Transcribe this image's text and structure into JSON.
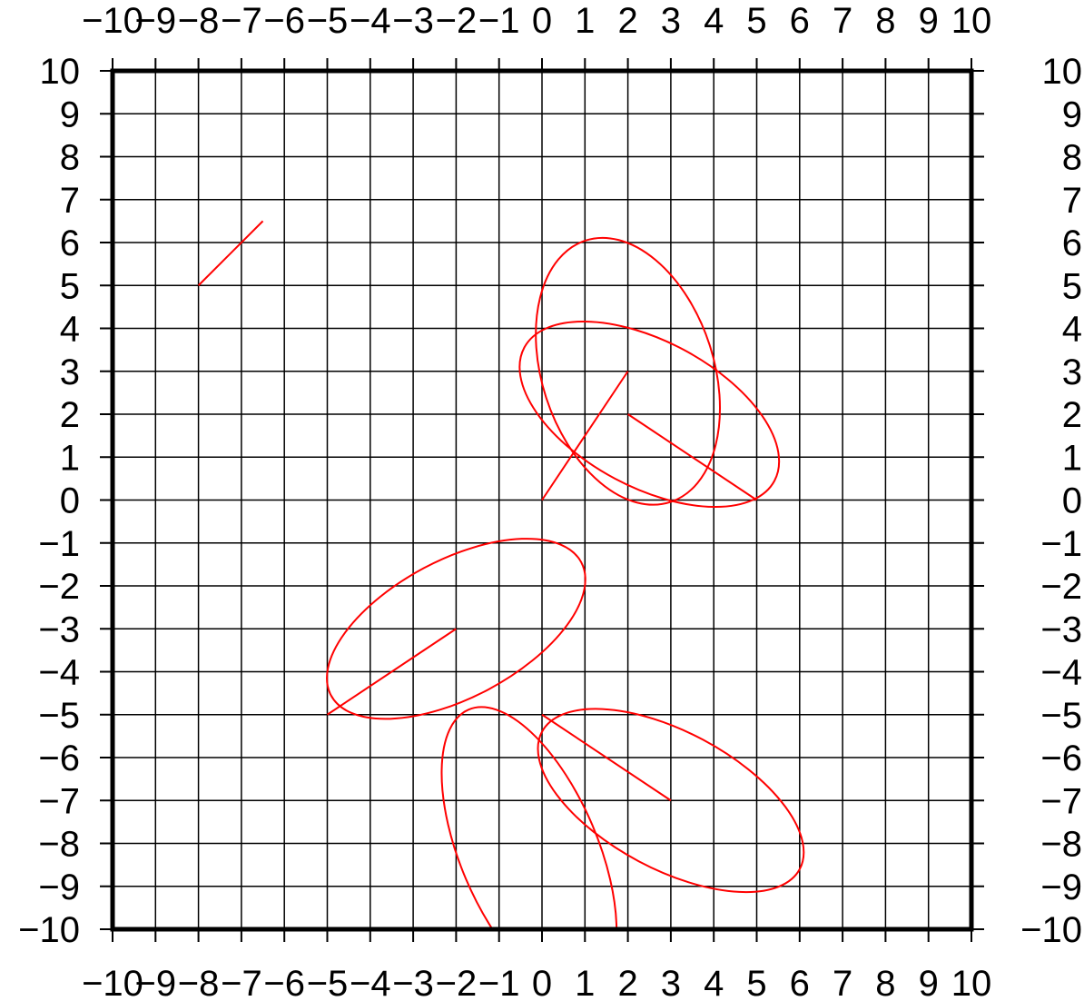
{
  "chart_data": {
    "type": "scatter",
    "title": "",
    "xlabel": "",
    "ylabel": "",
    "xlim": [
      -10,
      10
    ],
    "ylim": [
      -10,
      10
    ],
    "grid": true,
    "x_ticks": [
      -10,
      -9,
      -8,
      -7,
      -6,
      -5,
      -4,
      -3,
      -2,
      -1,
      0,
      1,
      2,
      3,
      4,
      5,
      6,
      7,
      8,
      9,
      10
    ],
    "y_ticks": [
      -10,
      -9,
      -8,
      -7,
      -6,
      -5,
      -4,
      -3,
      -2,
      -1,
      0,
      1,
      2,
      3,
      4,
      5,
      6,
      7,
      8,
      9,
      10
    ],
    "x_tick_labels": [
      "−10",
      "−9",
      "−8",
      "−7",
      "−6",
      "−5",
      "−4",
      "−3",
      "−2",
      "−1",
      "0",
      "1",
      "2",
      "3",
      "4",
      "5",
      "6",
      "7",
      "8",
      "9",
      "10"
    ],
    "y_tick_labels": [
      "−10",
      "−9",
      "−8",
      "−7",
      "−6",
      "−5",
      "−4",
      "−3",
      "−2",
      "−1",
      "0",
      "1",
      "2",
      "3",
      "4",
      "5",
      "6",
      "7",
      "8",
      "9",
      "10"
    ],
    "line_color": "#ff0000",
    "segments": [
      {
        "x1": -8,
        "y1": 5,
        "x2": -6.5,
        "y2": 6.5
      },
      {
        "x1": 0,
        "y1": 0,
        "x2": 2,
        "y2": 3
      },
      {
        "x1": 2,
        "y1": 2,
        "x2": 5,
        "y2": 0
      },
      {
        "x1": -5,
        "y1": -5,
        "x2": -2,
        "y2": -3
      },
      {
        "x1": 0,
        "y1": -5,
        "x2": 3,
        "y2": -7
      }
    ],
    "ellipses": [
      {
        "cx": 2.0,
        "cy": 3.0,
        "rx": 2.0,
        "ry": 3.2,
        "rotation": 18
      },
      {
        "cx": 2.5,
        "cy": 2.0,
        "rx": 3.3,
        "ry": 1.7,
        "rotation": -28
      },
      {
        "cx": -2.0,
        "cy": -3.0,
        "rx": 3.3,
        "ry": 1.6,
        "rotation": 28
      },
      {
        "cx": 3.0,
        "cy": -7.0,
        "rx": 3.4,
        "ry": 1.6,
        "rotation": -28
      },
      {
        "cx": -0.3,
        "cy": -8.2,
        "rx": 1.6,
        "ry": 3.6,
        "rotation": 23
      }
    ]
  }
}
